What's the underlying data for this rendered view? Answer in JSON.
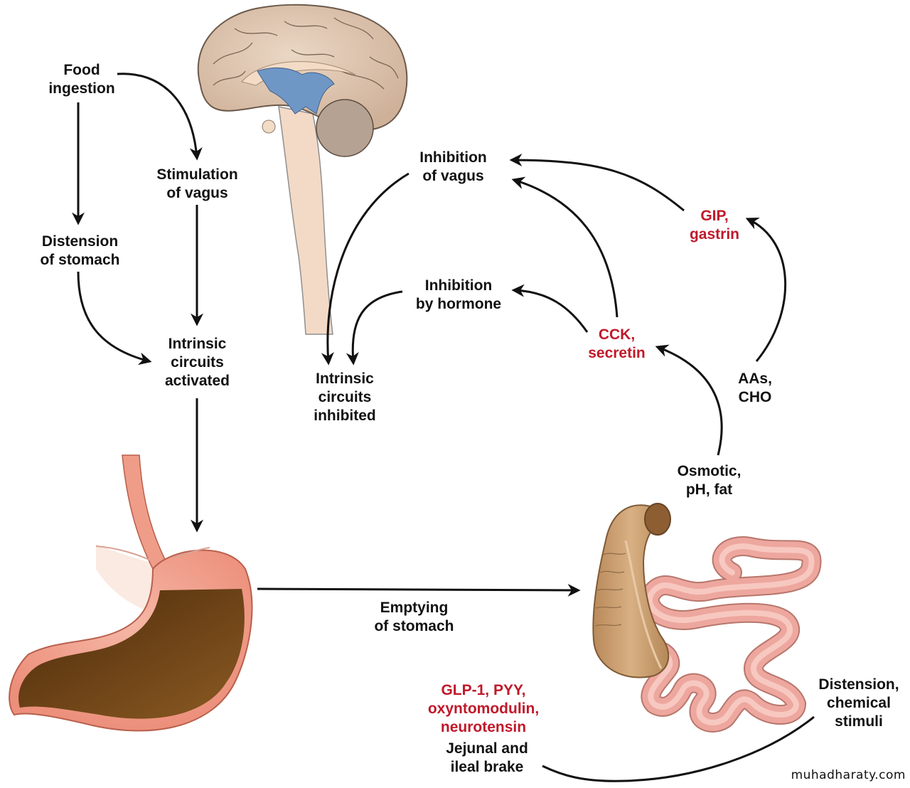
{
  "diagram": {
    "title": "Regulation of gastric emptying",
    "colors": {
      "label_text": "#111111",
      "hormone_text": "#c0192a",
      "arrow": "#111111",
      "brain": "#dcc3ad",
      "ventricle": "#6f97c6",
      "stomach_wall": "#ee9a88",
      "stomach_content": "#6b3f14",
      "colon": "#c79a66",
      "small_intestine": "#eda79e"
    },
    "nodes": {
      "food_ingestion": "Food\ningestion",
      "stimulation_of_vagus": "Stimulation\nof vagus",
      "distension_of_stomach": "Distension\nof stomach",
      "intrinsic_activated": "Intrinsic\ncircuits\nactivated",
      "inhibition_of_vagus": "Inhibition\nof vagus",
      "inhibition_by_hormone": "Inhibition\nby hormone",
      "intrinsic_inhibited": "Intrinsic\ncircuits\ninhibited",
      "gip_gastrin": "GIP,\ngastrin",
      "cck_secretin": "CCK,\nsecretin",
      "aas_cho": "AAs,\nCHO",
      "osmotic_ph_fat": "Osmotic,\npH, fat",
      "emptying_of_stomach": "Emptying\nof stomach",
      "glp1_group": "GLP-1, PYY,\noxyntomodulin,\nneurotensin",
      "jejunal_ileal_brake": "Jejunal and\nileal brake",
      "distension_chemical": "Distension,\nchemical\nstimuli"
    },
    "illustrations": [
      "brain",
      "stomach",
      "intestines"
    ],
    "edges": [
      {
        "from": "food_ingestion",
        "to": "stimulation_of_vagus"
      },
      {
        "from": "food_ingestion",
        "to": "distension_of_stomach"
      },
      {
        "from": "stimulation_of_vagus",
        "to": "intrinsic_activated"
      },
      {
        "from": "distension_of_stomach",
        "to": "intrinsic_activated"
      },
      {
        "from": "intrinsic_activated",
        "to": "stomach"
      },
      {
        "from": "stomach",
        "to": "intestines",
        "label": "emptying_of_stomach"
      },
      {
        "from": "osmotic_ph_fat",
        "to": "cck_secretin"
      },
      {
        "from": "aas_cho",
        "to": "gip_gastrin"
      },
      {
        "from": "gip_gastrin",
        "to": "inhibition_of_vagus"
      },
      {
        "from": "cck_secretin",
        "to": "inhibition_of_vagus"
      },
      {
        "from": "cck_secretin",
        "to": "inhibition_by_hormone"
      },
      {
        "from": "inhibition_of_vagus",
        "to": "intrinsic_inhibited"
      },
      {
        "from": "inhibition_by_hormone",
        "to": "intrinsic_inhibited"
      },
      {
        "from": "distension_chemical",
        "to": "jejunal_ileal_brake"
      }
    ],
    "watermark": "muhadharaty.com"
  }
}
